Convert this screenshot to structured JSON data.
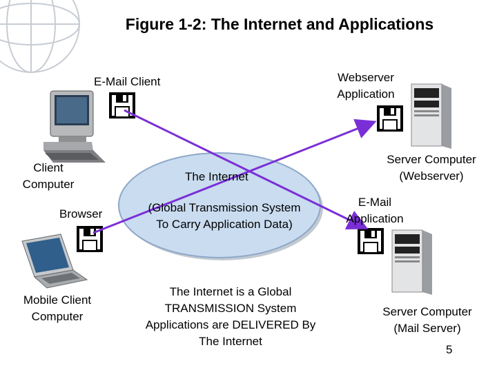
{
  "title": "Figure 1-2: The Internet and Applications",
  "labels": {
    "email_client": "E-Mail Client",
    "webserver_app_line1": "Webserver",
    "webserver_app_line2": "Application",
    "client_computer_line1": "Client",
    "client_computer_line2": "Computer",
    "the_internet": "The Internet",
    "internet_desc_line1": "(Global Transmission System",
    "internet_desc_line2": "To Carry Application Data)",
    "server_web_line1": "Server Computer",
    "server_web_line2": "(Webserver)",
    "email_app_line1": "E-Mail",
    "email_app_line2": "Application",
    "browser": "Browser",
    "mobile_client_line1": "Mobile Client",
    "mobile_client_line2": "Computer",
    "note_line1": "The Internet is a Global",
    "note_line2": "TRANSMISSION System",
    "note_line3": "Applications are DELIVERED By",
    "note_line4": "The Internet",
    "server_mail_line1": "Server Computer",
    "server_mail_line2": "(Mail Server)",
    "page_number": "5"
  },
  "colors": {
    "arrow": "#7a2fd6",
    "ellipse_fill": "#c9dcf0",
    "ellipse_stroke": "#8fa8c8",
    "globe": "#c7ccd3"
  },
  "icons": [
    "globe-icon",
    "desktop-computer-icon",
    "laptop-icon",
    "server-tower-icon",
    "floppy-disk-icon"
  ]
}
